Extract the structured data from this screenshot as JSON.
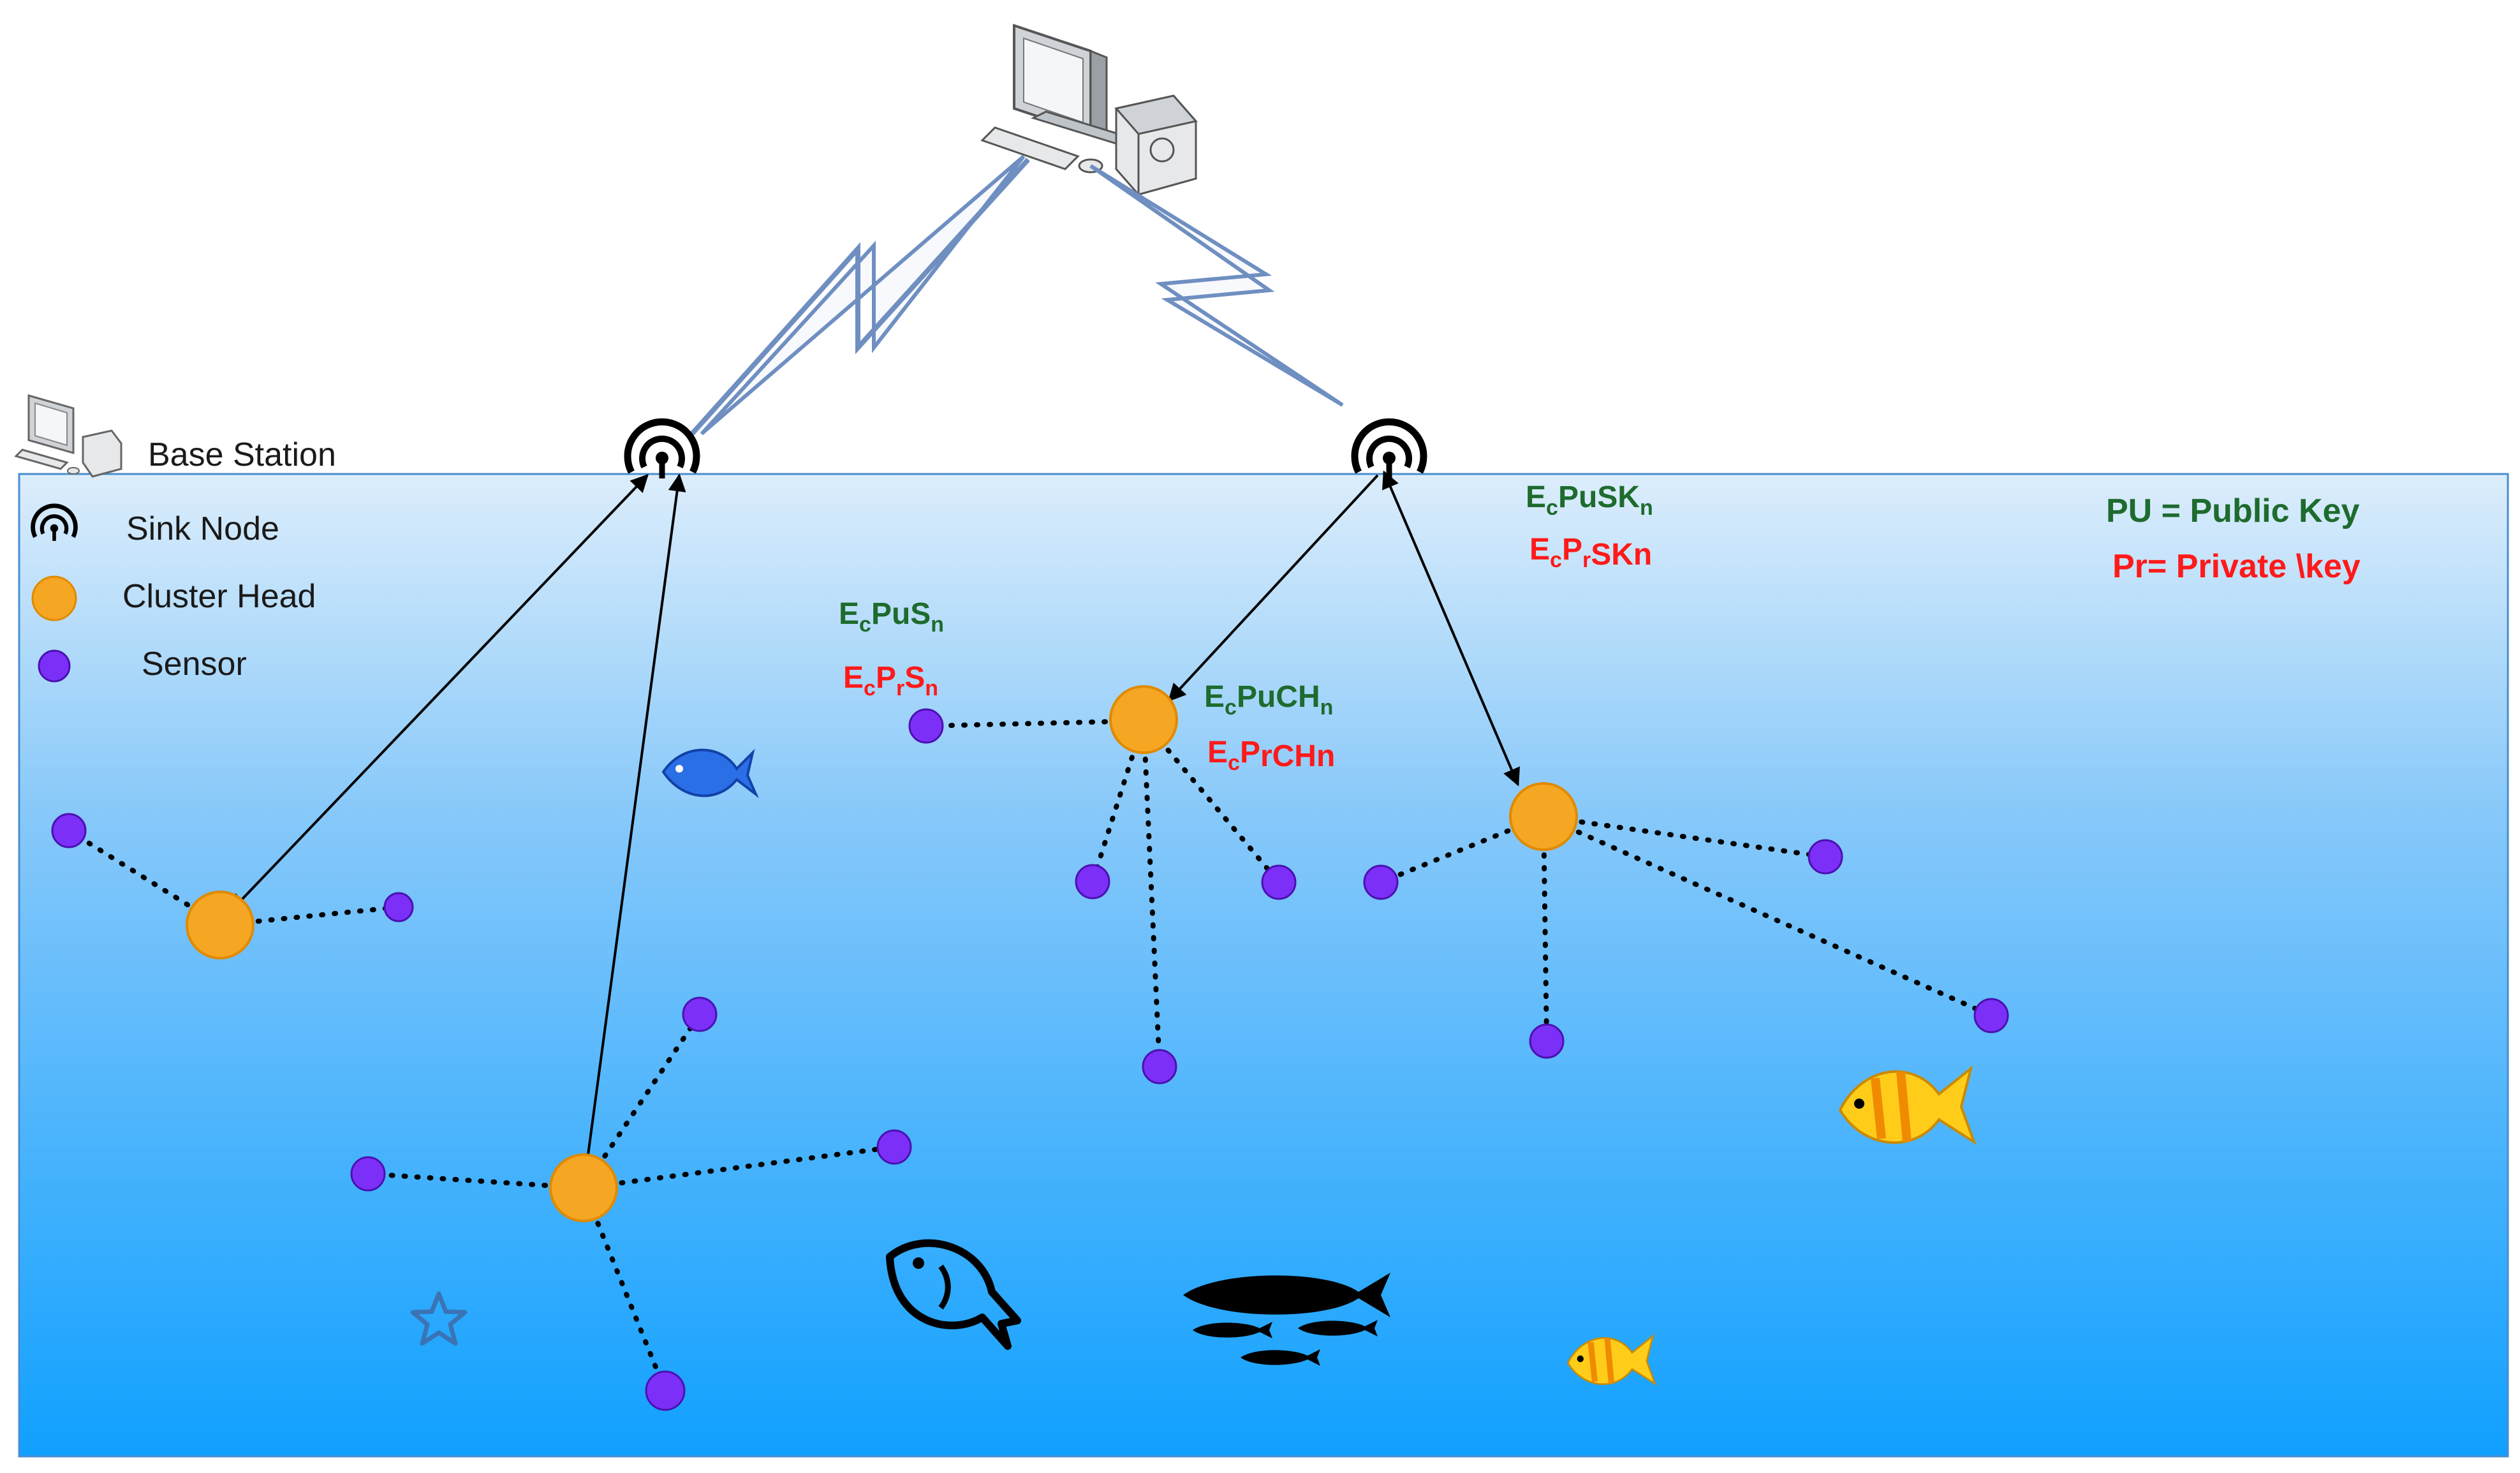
{
  "base_station": {
    "label": "Base Station"
  },
  "legend": {
    "sink_node": "Sink Node",
    "cluster_head": "Cluster Head",
    "sensor": "Sensor"
  },
  "keys": {
    "public": "PU = Public Key",
    "private": "Pr= Private \\key"
  },
  "formulas": {
    "sensor_public": {
      "main": "E",
      "sub1": "c",
      "mid": "PuS",
      "sub2": "n"
    },
    "sensor_private": {
      "main": "E",
      "sub1": "c",
      "mid": "P",
      "sub2": "r",
      "tail": "S",
      "sub3": "n"
    },
    "ch_public": {
      "main": "E",
      "sub1": "c",
      "mid": "PuCH",
      "sub2": "n"
    },
    "ch_private": {
      "main": "E",
      "sub1": "c",
      "mid": "P",
      "sub2": "rCHn"
    },
    "sink_public": {
      "main": "E",
      "sub1": "c",
      "mid": "PuSK",
      "sub2": "n"
    },
    "sink_private": {
      "main": "E",
      "sub1": "c",
      "mid": "P",
      "sub2": "r",
      "tail": "SKn"
    }
  },
  "colors": {
    "water_top": "#d9ecfb",
    "water_bottom": "#1aa3ff",
    "cluster_head": "#f5a623",
    "sensor": "#7b2ff7",
    "public_green": "#1e7a33",
    "private_red": "#ff1a1a",
    "lightning": "#6f8fc1"
  }
}
